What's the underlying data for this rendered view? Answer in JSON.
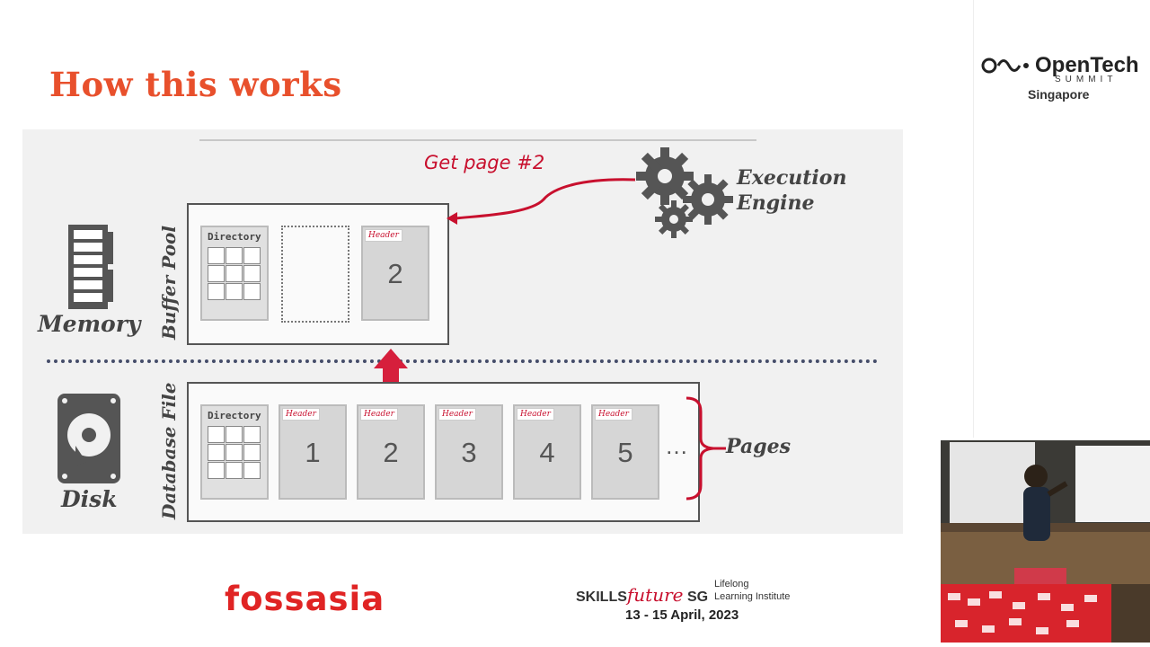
{
  "slide": {
    "title": "How this works",
    "labels": {
      "memory": "Memory",
      "disk": "Disk",
      "buffer_pool": "Buffer Pool",
      "database_file": "Database File",
      "request": "Get page #2",
      "engine_line1": "Execution",
      "engine_line2": "Engine",
      "pages": "Pages",
      "ellipsis": "…"
    },
    "buffer_pool": {
      "directory_label": "Directory",
      "loaded_page": {
        "header": "Header",
        "number": "2"
      }
    },
    "database_file": {
      "directory_label": "Directory",
      "pages": [
        {
          "header": "Header",
          "number": "1"
        },
        {
          "header": "Header",
          "number": "2"
        },
        {
          "header": "Header",
          "number": "3"
        },
        {
          "header": "Header",
          "number": "4"
        },
        {
          "header": "Header",
          "number": "5"
        }
      ]
    }
  },
  "footer": {
    "fossasia": "fossasia",
    "skills_prefix": "SKILLS",
    "skills_future": "future",
    "skills_suffix": " SG",
    "institute_line1": "Lifelong",
    "institute_line2": "Learning Institute",
    "dates": "13 - 15 April, 2023"
  },
  "branding": {
    "summit_logo": "OpenTech",
    "summit_sub": "SUMMIT",
    "location": "Singapore"
  },
  "colors": {
    "title": "#e8502c",
    "accent_red": "#c8102e",
    "divider": "#454d6a"
  }
}
